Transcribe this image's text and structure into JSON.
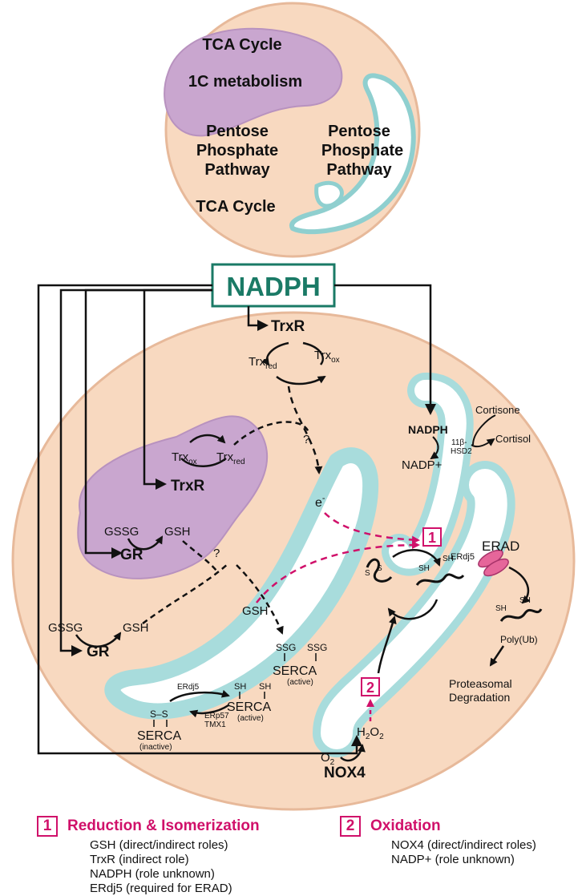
{
  "top_cell": {
    "mito_labels": [
      "TCA Cycle",
      "1C metabolism"
    ],
    "ppp_left": [
      "Pentose",
      "Phosphate",
      "Pathway"
    ],
    "ppp_right": [
      "Pentose",
      "Phosphate",
      "Pathway"
    ],
    "tca_bottom": "TCA Cycle"
  },
  "nadph_box": "NADPH",
  "cytosol": {
    "trxr": "TrxR",
    "trx_red": "Trx",
    "trx_red_sub": "red",
    "trx_ox": "Trx",
    "trx_ox_sub": "ox",
    "question": "?",
    "electron": "e",
    "electron_sup": "-"
  },
  "mito": {
    "trx_ox": "Trx",
    "trx_ox_sub": "ox",
    "trx_red": "Trx",
    "trx_red_sub": "red",
    "trxr": "TrxR",
    "gssg": "GSSG",
    "gsh": "GSH",
    "gr": "GR",
    "question": "?"
  },
  "lower_left": {
    "gssg": "GSSG",
    "gsh": "GSH",
    "gr": "GR"
  },
  "er": {
    "nadph": "NADPH",
    "nadp": "NADP+",
    "hsd_line1": "11β-",
    "hsd_line2": "HSD2",
    "cortisone": "Cortisone",
    "cortisol": "Cortisol",
    "erad": "ERAD",
    "erdj5_right": "ERdj5",
    "gsh_lumen": "GSH",
    "ssg1": "SSG",
    "ssg2": "SSG",
    "serca_top": "SERCA",
    "serca_top_state": "(active)",
    "erdj5_left": "ERdj5",
    "sh_a": "SH",
    "sh_b": "SH",
    "serca_mid": "SERCA",
    "serca_mid_state": "(active)",
    "erp57": "ERp57",
    "tmx1": "TMX1",
    "ss": "S–S",
    "serca_bottom": "SERCA",
    "serca_bottom_state": "(inactive)",
    "o2": "O",
    "o2_sub": "2",
    "h2o2_h": "H",
    "h2o2_sub": "2",
    "h2o2_o": "O",
    "h2o2_sub2": "2",
    "nox4": "NOX4",
    "badge1": "1",
    "badge2": "2",
    "protein_s": "S",
    "protein_s2": "S",
    "protein_sh1": "SH",
    "protein_sh2": "SH",
    "polyub_sh1": "SH",
    "polyub_sh2": "SH",
    "polyub": "Poly(Ub)",
    "prot_deg_1": "Proteasomal",
    "prot_deg_2": "Degradation"
  },
  "legend": {
    "left": {
      "badge": "1",
      "title": "Reduction & Isomerization",
      "items": [
        "GSH (direct/indirect roles)",
        "TrxR (indirect role)",
        "NADPH (role unknown)",
        "ERdj5 (required for ERAD)"
      ]
    },
    "right": {
      "badge": "2",
      "title": "Oxidation",
      "items": [
        "NOX4 (direct/indirect roles)",
        "NADP+ (role unknown)"
      ]
    }
  },
  "colors": {
    "cell_fill": "#f8d9c0",
    "cell_stroke": "#e7b99a",
    "mito_fill": "#c9a6cf",
    "er_fill": "#a8dcdc",
    "er_lumen": "#ffffff",
    "accent": "#d0106a",
    "nadph": "#1a7a66"
  }
}
